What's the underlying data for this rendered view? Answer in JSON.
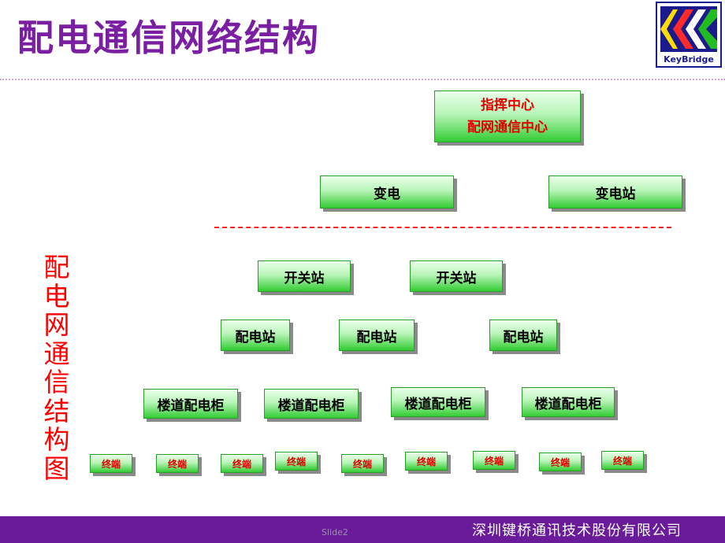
{
  "title": "配电通信网络结构",
  "logo": {
    "text": "KeyBridge"
  },
  "side_label": [
    "配",
    "电",
    "网",
    "通",
    "信",
    "结",
    "构",
    "图"
  ],
  "nodes": {
    "hq": {
      "line1": "指挥中心",
      "line2": "配网通信中心"
    },
    "substations": [
      "变电",
      "变电站"
    ],
    "switch_stations": [
      "开关站",
      "开关站"
    ],
    "distribution_stations": [
      "配电站",
      "配电站",
      "配电站"
    ],
    "corridor_cabinets": [
      "楼道配电柜",
      "楼道配电柜",
      "楼道配电柜",
      "楼道配电柜"
    ],
    "terminals": [
      "终端",
      "终端",
      "终端",
      "终端",
      "终端",
      "终端",
      "终端",
      "终端",
      "终端"
    ]
  },
  "footer": {
    "slide": "Slide2",
    "company": "深圳键桥通讯技术股份有限公司"
  },
  "colors": {
    "title": "#7b1fa2",
    "accent_red": "#ff0000",
    "node_green": "#33cc33",
    "footer": "#6a1b9a"
  }
}
